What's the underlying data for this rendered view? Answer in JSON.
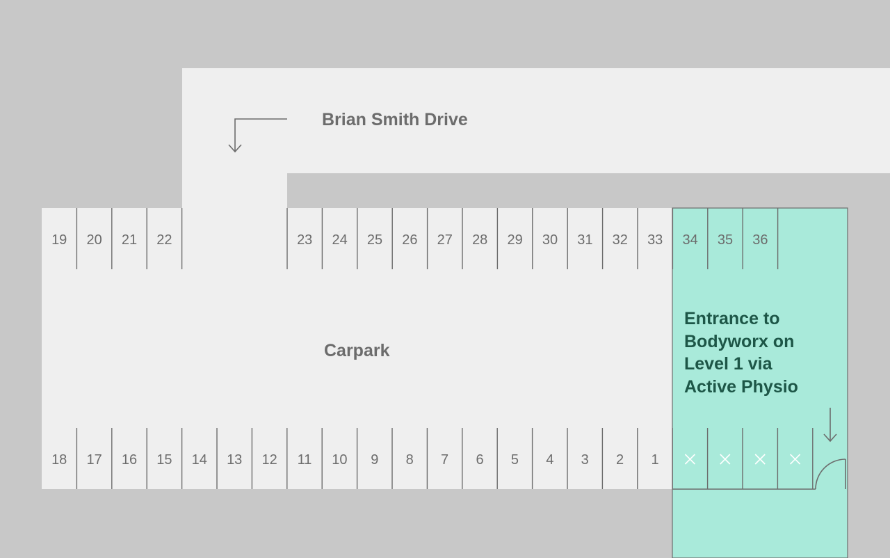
{
  "colors": {
    "background": "#c8c8c8",
    "pavement": "#efefef",
    "highlight_zone": "#a9eada",
    "lines": "#6c6c6c",
    "entrance_text": "#1d5647",
    "reserved_mark": "#ffffff"
  },
  "road": {
    "label": "Brian Smith Drive",
    "arrow_icon": "turn-down-arrow-icon"
  },
  "carpark": {
    "label": "Carpark"
  },
  "entrance": {
    "lines": [
      "Entrance to",
      "Bodyworx on",
      "Level 1 via",
      "Active Physio"
    ],
    "arrow_icon": "down-arrow-icon",
    "door_icon": "door-swing-icon"
  },
  "bays": {
    "top_left": [
      "19",
      "20",
      "21",
      "22"
    ],
    "top_right": [
      "23",
      "24",
      "25",
      "26",
      "27",
      "28",
      "29",
      "30",
      "31",
      "32",
      "33"
    ],
    "top_highlight": [
      "34",
      "35",
      "36"
    ],
    "bottom": [
      "18",
      "17",
      "16",
      "15",
      "14",
      "13",
      "12",
      "11",
      "10",
      "9",
      "8",
      "7",
      "6",
      "5",
      "4",
      "3",
      "2",
      "1"
    ],
    "reserved_icon": "cross-icon",
    "reserved_count": 4
  }
}
